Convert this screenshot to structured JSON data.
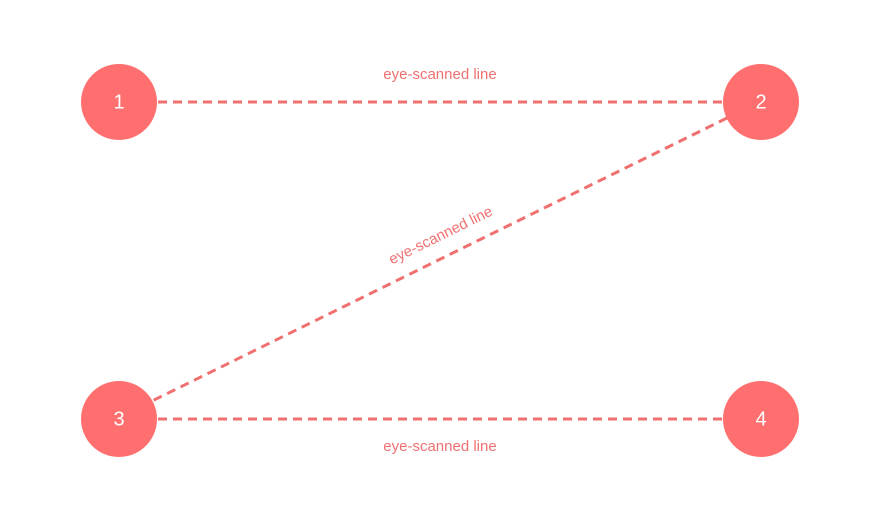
{
  "colors": {
    "accent": "#FF6F6F",
    "line": "#F07070",
    "label": "#F07070",
    "node_text": "#FFFFFF",
    "background": "#FFFFFF"
  },
  "nodes": [
    {
      "id": "1",
      "label": "1"
    },
    {
      "id": "2",
      "label": "2"
    },
    {
      "id": "3",
      "label": "3"
    },
    {
      "id": "4",
      "label": "4"
    }
  ],
  "edges": [
    {
      "from": "1",
      "to": "2",
      "label": "eye-scanned line"
    },
    {
      "from": "2",
      "to": "3",
      "label": "eye-scanned line"
    },
    {
      "from": "3",
      "to": "4",
      "label": "eye-scanned line"
    }
  ]
}
